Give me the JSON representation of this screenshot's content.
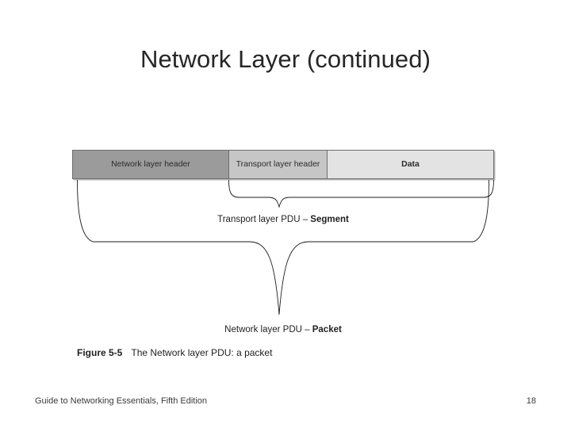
{
  "slide": {
    "title": "Network Layer (continued)",
    "background_color": "#ffffff",
    "title_color": "#262626"
  },
  "figure": {
    "pdu_table": {
      "cells": [
        {
          "label": "Network layer header",
          "color": "#9b9b9b",
          "bold": false
        },
        {
          "label": "Transport layer header",
          "color": "#c6c6c6",
          "bold": false
        },
        {
          "label": "Data",
          "color": "#e3e3e3",
          "bold": true
        }
      ],
      "border_color": "#6e6e72"
    },
    "braces": [
      {
        "name": "transport-pdu-brace",
        "spans_cells": [
          "Transport layer header",
          "Data"
        ],
        "label_prefix": "Transport layer PDU ",
        "label_dash": "–",
        "label_emphasis": " Segment"
      },
      {
        "name": "network-pdu-brace",
        "spans_cells": [
          "Network layer header",
          "Transport layer header",
          "Data"
        ],
        "label_prefix": "Network layer PDU ",
        "label_dash": "–",
        "label_emphasis": " Packet"
      }
    ],
    "caption": {
      "number": "Figure 5-5",
      "text": "The Network layer PDU: a packet"
    }
  },
  "footer": {
    "source": "Guide to Networking Essentials, Fifth Edition",
    "page_number": "18"
  }
}
